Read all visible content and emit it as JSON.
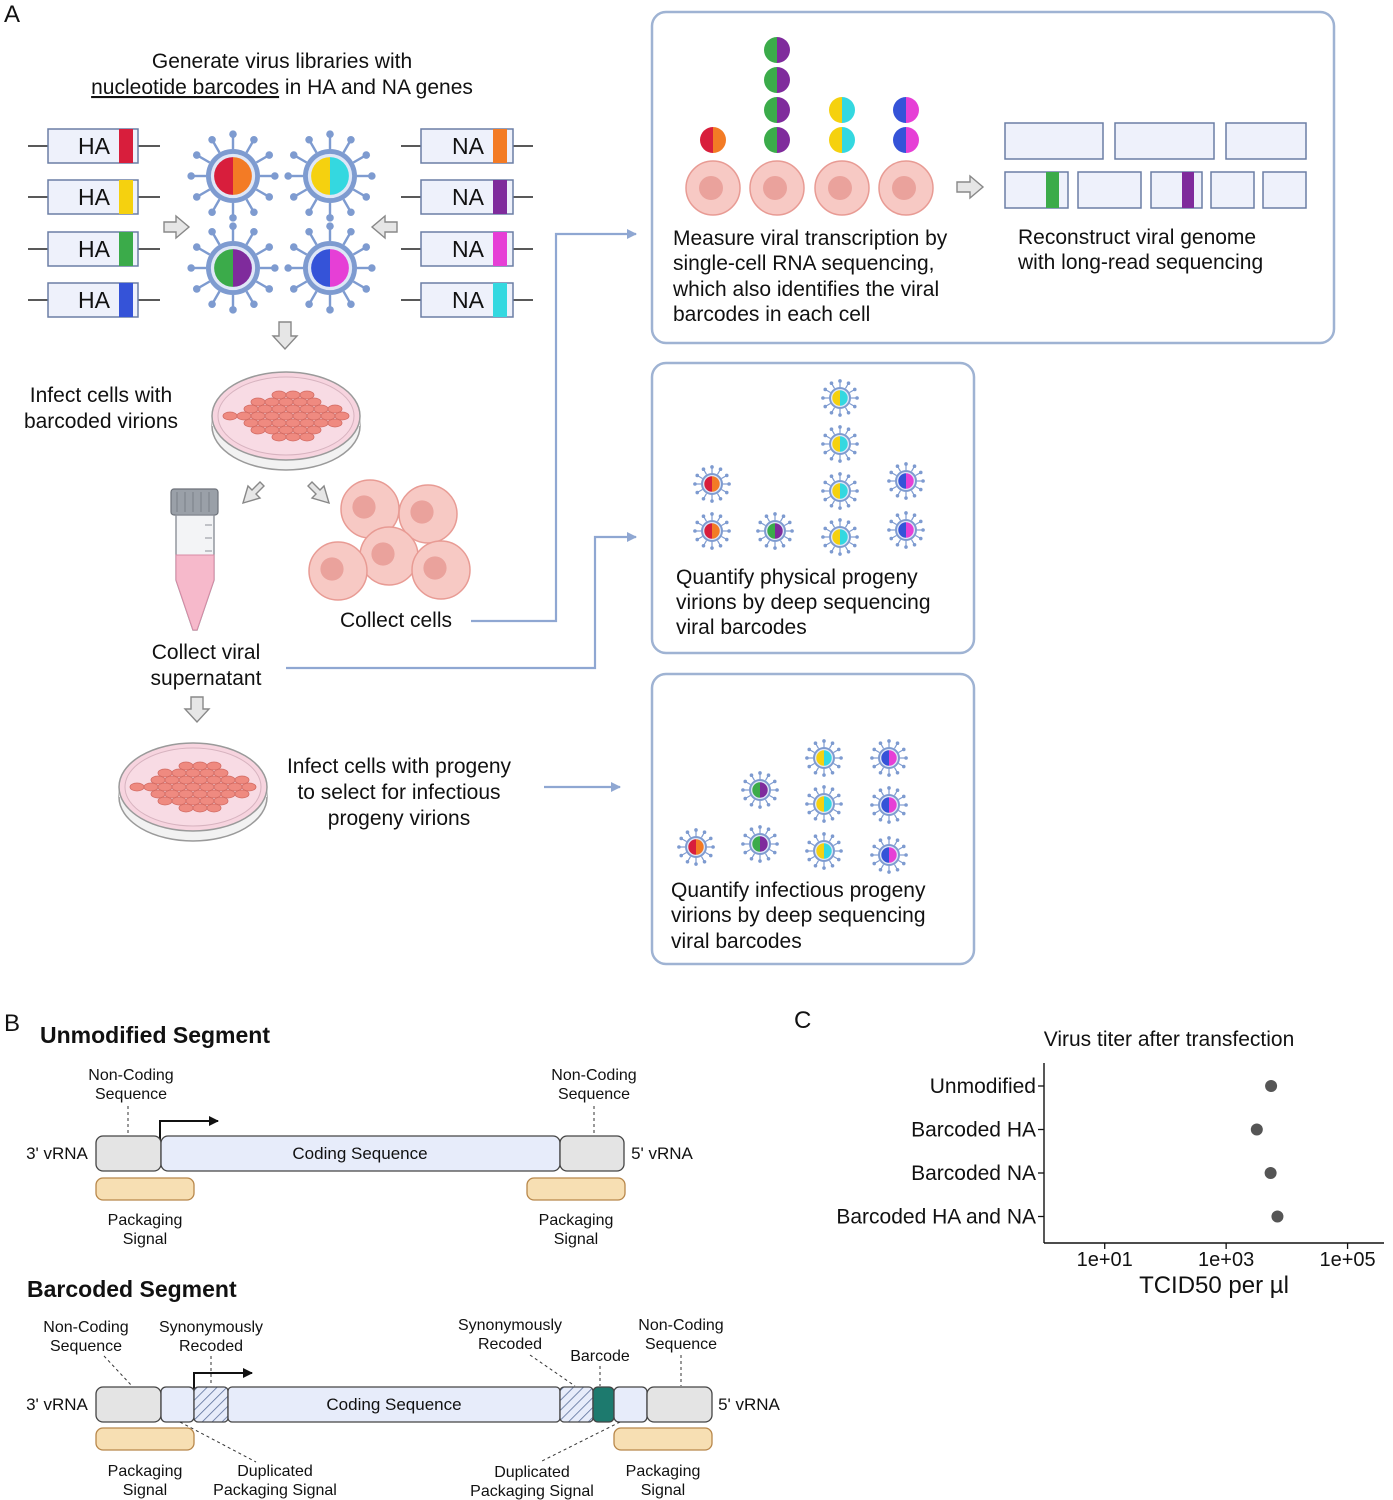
{
  "panels": {
    "a": "A",
    "b": "B",
    "c": "C"
  },
  "panel_a": {
    "title_line1": "Generate virus libraries with",
    "title_line2_underlined": "nucleotide barcodes",
    "title_line2_rest": " in HA and NA genes",
    "ha_label": "HA",
    "na_label": "NA",
    "ha_barcodes": [
      "#d81e3c",
      "#f5d10f",
      "#3bab4a",
      "#3553d8"
    ],
    "na_barcodes": [
      "#f37b25",
      "#7f2b9c",
      "#e63fd6",
      "#34d8e0"
    ],
    "infect_label": [
      "Infect cells with",
      "barcoded virions"
    ],
    "collect_cells": "Collect cells",
    "collect_supernatant": [
      "Collect viral",
      "supernatant"
    ],
    "infect_progeny": [
      "Infect cells with progeny",
      "to select for infectious",
      "progeny virions"
    ],
    "box1_left": [
      "Measure viral transcription by",
      "single-cell RNA sequencing,",
      "which also identifies the viral",
      "barcodes in each cell"
    ],
    "box1_right": [
      "Reconstruct viral genome",
      "with long-read sequencing"
    ],
    "box2": [
      "Quantify physical progeny",
      "virions by deep sequencing",
      "viral barcodes"
    ],
    "box3": [
      "Quantify infectious progeny",
      "virions by deep sequencing",
      "viral barcodes"
    ]
  },
  "panel_b": {
    "unmodified_title": "Unmodified Segment",
    "barcoded_title": "Barcoded Segment",
    "three_prime": "3' vRNA",
    "five_prime": "5' vRNA",
    "coding": "Coding Sequence",
    "non_coding": [
      "Non-Coding",
      "Sequence"
    ],
    "packaging": [
      "Packaging",
      "Signal"
    ],
    "syn_recoded": [
      "Synonymously",
      "Recoded"
    ],
    "barcode": "Barcode",
    "dup_packaging": [
      "Duplicated",
      "Packaging Signal"
    ]
  },
  "chart_data": {
    "type": "scatter",
    "title": "Virus titer after transfection",
    "xlabel": "TCID50 per µl",
    "ylabel": "",
    "x_scale": "log10",
    "x_ticks": [
      "1e+01",
      "1e+03",
      "1e+05"
    ],
    "categories": [
      "Unmodified",
      "Barcoded HA",
      "Barcoded NA",
      "Barcoded HA and NA"
    ],
    "values": [
      5500,
      3200,
      5400,
      7000
    ],
    "point_color": "#555555"
  }
}
